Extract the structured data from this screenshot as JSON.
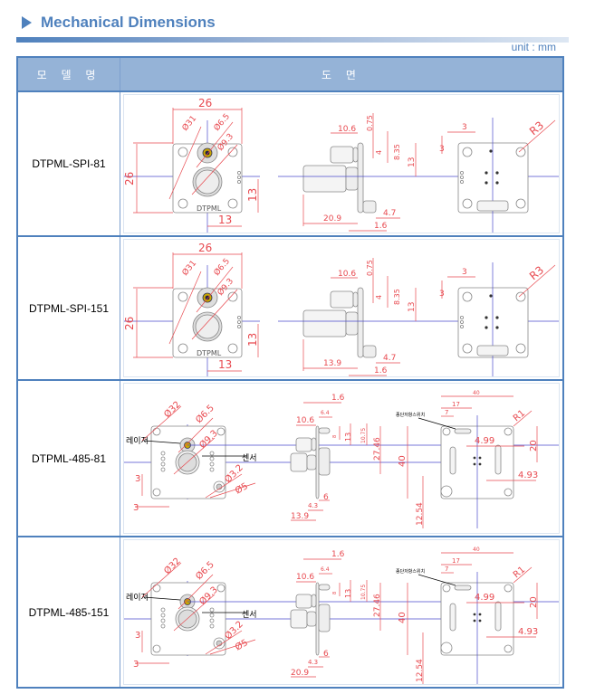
{
  "header": {
    "title": "Mechanical Dimensions",
    "unit": "unit : mm"
  },
  "table": {
    "columns": [
      "모 델 명",
      "도 면"
    ],
    "rows": [
      {
        "model": "DTPML-SPI-81",
        "type": "spi",
        "labels": {
          "w": "26",
          "h": "26",
          "d1": "Ø31",
          "d2": "Ø6.5",
          "d3": "Ø9.3",
          "half_v": "13",
          "half_h": "13",
          "silk": "DTPML",
          "s1": "10.6",
          "s2": "0.75",
          "s3": "4",
          "s4": "8.35",
          "s5": "13",
          "s6": "20.9",
          "s7": "4.7",
          "s8": "1.6",
          "b1": "3",
          "b2": "3",
          "b3": "R3"
        }
      },
      {
        "model": "DTPML-SPI-151",
        "type": "spi",
        "labels": {
          "w": "26",
          "h": "26",
          "d1": "Ø31",
          "d2": "Ø6.5",
          "d3": "Ø9.3",
          "half_v": "13",
          "half_h": "13",
          "silk": "DTPML",
          "s1": "10.6",
          "s2": "0.75",
          "s3": "4",
          "s4": "8.35",
          "s5": "13",
          "s6": "13.9",
          "s7": "4.7",
          "s8": "1.6",
          "b1": "3",
          "b2": "3",
          "b3": "R3"
        }
      },
      {
        "model": "DTPML-485-81",
        "type": "485",
        "labels": {
          "d1": "Ø32",
          "d2": "Ø6.5",
          "d3": "Ø9.3",
          "d4": "Ø3.2",
          "d5": "Ø5",
          "laser": "레이저",
          "sensor": "센서",
          "m1": "3",
          "m2": "3",
          "s1": "1.6",
          "s2": "10.6",
          "s3": "6.4",
          "s4": "8",
          "s5": "13",
          "s6": "10.75",
          "s7": "27.46",
          "s8": "4.3",
          "s9": "6",
          "s10": "13.9",
          "b1": "40",
          "b2": "17",
          "b3": "7",
          "b4": "R1",
          "b5": "종단저항스위치",
          "b6": "40",
          "b7": "20",
          "b8": "4.99",
          "b9": "4.93",
          "b10": "12.54"
        }
      },
      {
        "model": "DTPML-485-151",
        "type": "485",
        "labels": {
          "d1": "Ø32",
          "d2": "Ø6.5",
          "d3": "Ø9.3",
          "d4": "Ø3.2",
          "d5": "Ø5",
          "laser": "레이저",
          "sensor": "센서",
          "m1": "3",
          "m2": "3",
          "s1": "1.6",
          "s2": "10.6",
          "s3": "6.4",
          "s4": "8",
          "s5": "13",
          "s6": "10.75",
          "s7": "27.46",
          "s8": "4.3",
          "s9": "6",
          "s10": "20.9",
          "b1": "40",
          "b2": "17",
          "b3": "7",
          "b4": "R1",
          "b5": "종단저항스위치",
          "b6": "40",
          "b7": "20",
          "b8": "4.99",
          "b9": "4.93",
          "b10": "12.54"
        }
      }
    ]
  },
  "colors": {
    "accent": "#4f81bd",
    "header_bg": "#95b3d7",
    "dim": "#e8494f",
    "axis": "#4a4acc"
  }
}
